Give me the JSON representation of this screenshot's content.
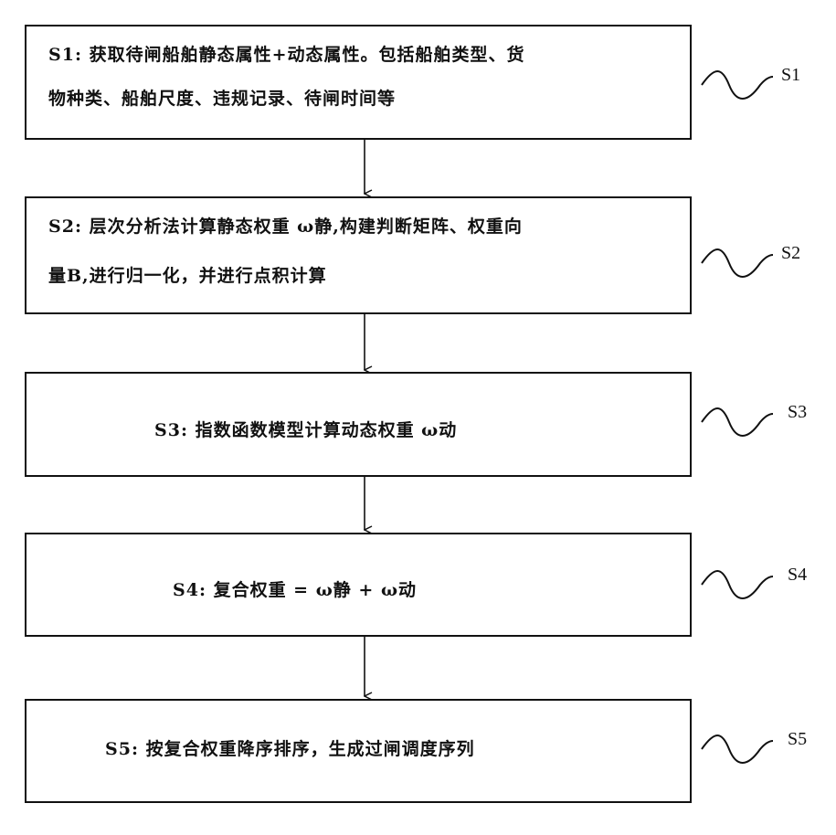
{
  "steps": [
    {
      "id": "S1",
      "lines": [
        "S1: 获取待闸船舶静态属性+动态属性。包括船舶类型、货",
        "物种类、船舶尺度、违规记录、待闸时间等"
      ],
      "side_label": "S1"
    },
    {
      "id": "S2",
      "lines": [
        "S2: 层次分析法计算静态权重 ω静,构建判断矩阵、权重向",
        "量B,进行归一化，并进行点积计算"
      ],
      "side_label": "S2"
    },
    {
      "id": "S3",
      "lines": [
        "S3: 指数函数模型计算动态权重 ω动"
      ],
      "side_label": "S3"
    },
    {
      "id": "S4",
      "lines": [
        "S4: 复合权重 = ω静 + ω动"
      ],
      "side_label": "S4"
    },
    {
      "id": "S5",
      "lines": [
        "S5:  按复合权重降序排序，生成过闸调度序列"
      ],
      "side_label": "S5"
    }
  ]
}
